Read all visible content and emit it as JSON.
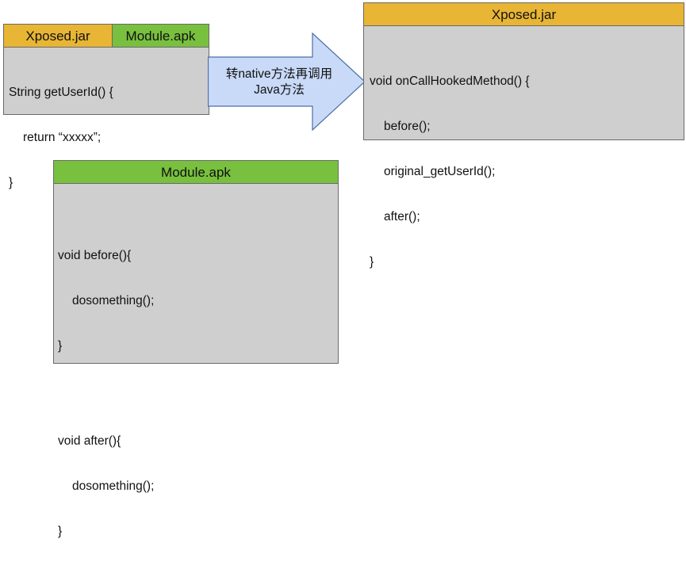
{
  "original_box": {
    "header_left": "Xposed.jar",
    "header_right": "Module.apk",
    "code_lines": [
      "String getUserId() {",
      "return “xxxxx”;",
      "}"
    ]
  },
  "arrow": {
    "label_line1": "转native方法再调用",
    "label_line2": "Java方法"
  },
  "xposed_box": {
    "header": "Xposed.jar",
    "code_lines": [
      "void onCallHookedMethod() {",
      "before();",
      "original_getUserId();",
      "after();",
      "}"
    ]
  },
  "module_box": {
    "header": "Module.apk",
    "code_lines": [
      "void before(){",
      "dosomething();",
      "}",
      "",
      "void after(){",
      "dosomething();",
      "}"
    ]
  },
  "colors": {
    "xposed_header": "#e8b534",
    "module_header": "#78c03e",
    "box_fill": "#cfcfcf",
    "arrow_fill": "#c9daf8",
    "arrow_stroke": "#4a6fa8"
  }
}
